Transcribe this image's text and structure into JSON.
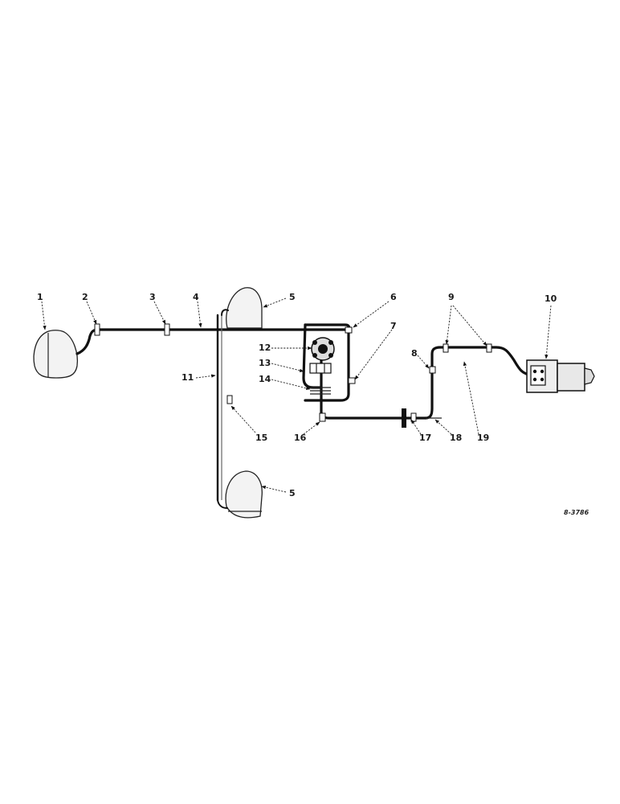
{
  "diagram": {
    "callouts": [
      "1",
      "2",
      "3",
      "4",
      "5",
      "6",
      "7",
      "8",
      "9",
      "10",
      "11",
      "12",
      "13",
      "14",
      "15",
      "16",
      "17",
      "18",
      "19",
      "5"
    ],
    "reference_code": "8-3786"
  }
}
